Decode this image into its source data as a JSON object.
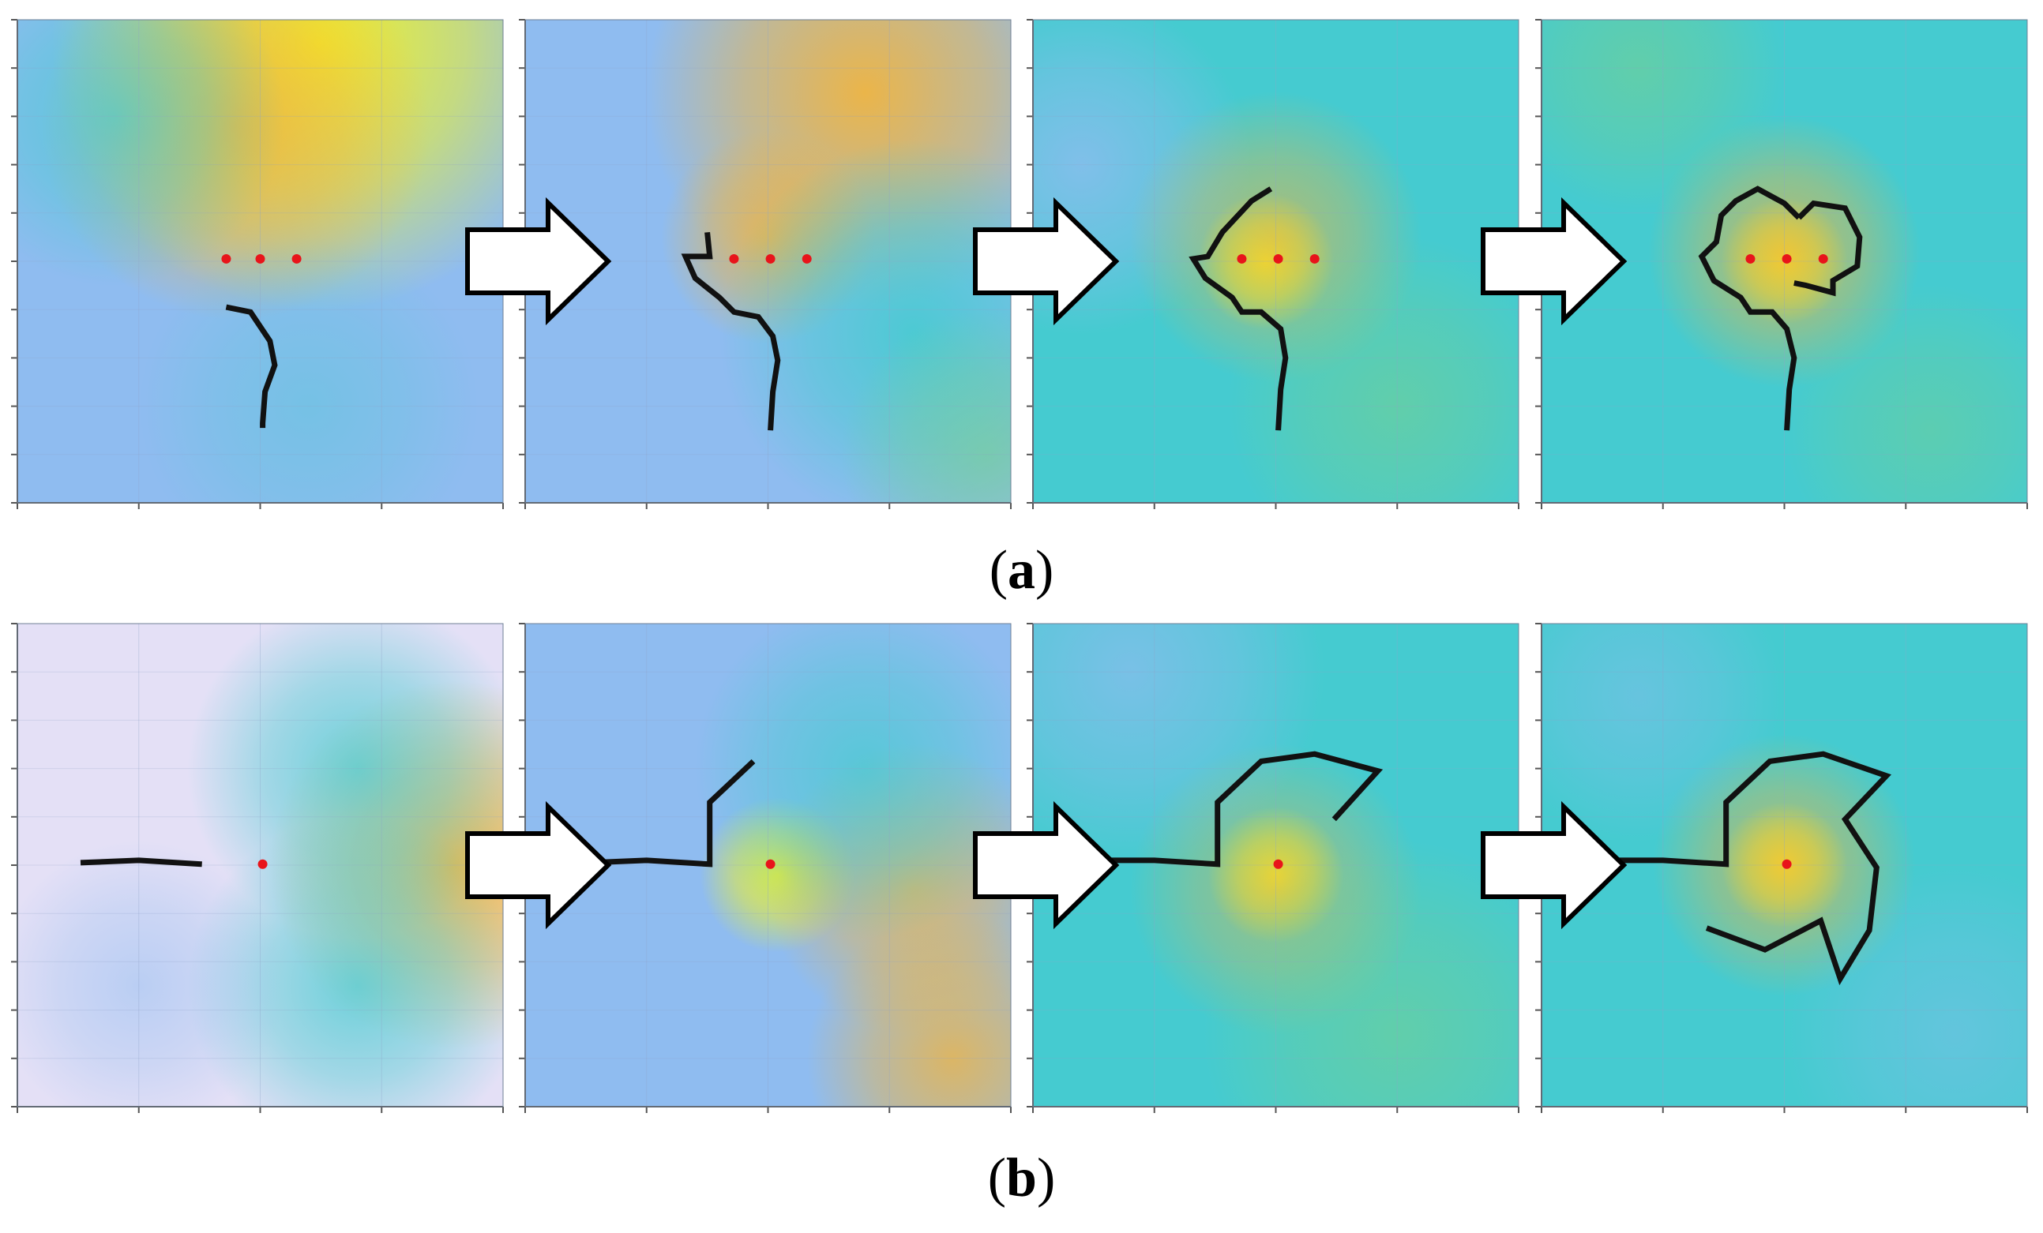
{
  "captions": {
    "a_label": "a",
    "b_label": "b"
  },
  "colors": {
    "path": "#111111",
    "source_dot": "#e8141a",
    "arrow_fill": "#ffffff",
    "arrow_stroke": "#000000",
    "axis": "#555555",
    "grid": "#8fa3c8",
    "field_low": "#e4e0f6",
    "field_blue": "#8fbcf0",
    "field_cyan": "#45cbd0",
    "field_green": "#78d08c",
    "field_orange": "#f5b437",
    "field_yellow": "#f4f51e"
  },
  "rows": [
    {
      "id": "a",
      "panels": [
        {
          "path": [
            [
              0.43,
              0.595
            ],
            [
              0.48,
              0.605
            ],
            [
              0.52,
              0.665
            ],
            [
              0.53,
              0.715
            ],
            [
              0.51,
              0.77
            ],
            [
              0.505,
              0.835
            ],
            [
              0.505,
              0.845
            ]
          ],
          "sources": [
            [
              0.43,
              0.495
            ],
            [
              0.5,
              0.495
            ],
            [
              0.575,
              0.495
            ]
          ]
        },
        {
          "path": [
            [
              0.375,
              0.44
            ],
            [
              0.38,
              0.49
            ],
            [
              0.33,
              0.49
            ],
            [
              0.35,
              0.535
            ],
            [
              0.4,
              0.575
            ],
            [
              0.43,
              0.605
            ],
            [
              0.48,
              0.615
            ],
            [
              0.51,
              0.655
            ],
            [
              0.52,
              0.705
            ],
            [
              0.51,
              0.77
            ],
            [
              0.505,
              0.85
            ]
          ],
          "sources": [
            [
              0.43,
              0.495
            ],
            [
              0.505,
              0.495
            ],
            [
              0.58,
              0.495
            ]
          ]
        },
        {
          "path": [
            [
              0.49,
              0.35
            ],
            [
              0.45,
              0.375
            ],
            [
              0.39,
              0.44
            ],
            [
              0.36,
              0.49
            ],
            [
              0.33,
              0.495
            ],
            [
              0.355,
              0.535
            ],
            [
              0.41,
              0.575
            ],
            [
              0.43,
              0.605
            ],
            [
              0.47,
              0.605
            ],
            [
              0.51,
              0.64
            ],
            [
              0.52,
              0.7
            ],
            [
              0.51,
              0.765
            ],
            [
              0.505,
              0.85
            ]
          ],
          "sources": [
            [
              0.43,
              0.495
            ],
            [
              0.505,
              0.495
            ],
            [
              0.58,
              0.495
            ]
          ]
        },
        {
          "path": [
            [
              0.53,
              0.41
            ],
            [
              0.5,
              0.38
            ],
            [
              0.445,
              0.35
            ],
            [
              0.4,
              0.375
            ],
            [
              0.37,
              0.405
            ],
            [
              0.36,
              0.46
            ],
            [
              0.33,
              0.49
            ],
            [
              0.355,
              0.54
            ],
            [
              0.41,
              0.575
            ],
            [
              0.43,
              0.605
            ],
            [
              0.475,
              0.605
            ],
            [
              0.505,
              0.64
            ],
            [
              0.52,
              0.7
            ],
            [
              0.51,
              0.765
            ],
            [
              0.505,
              0.85
            ]
          ],
          "sources": [
            [
              0.43,
              0.495
            ],
            [
              0.505,
              0.495
            ],
            [
              0.58,
              0.495
            ]
          ],
          "extra_paths": [
            [
              [
                0.53,
                0.41
              ],
              [
                0.56,
                0.38
              ],
              [
                0.625,
                0.39
              ],
              [
                0.655,
                0.45
              ],
              [
                0.65,
                0.51
              ],
              [
                0.6,
                0.54
              ],
              [
                0.6,
                0.565
              ],
              [
                0.545,
                0.55
              ],
              [
                0.52,
                0.545
              ]
            ]
          ]
        }
      ]
    },
    {
      "id": "b",
      "panels": [
        {
          "path": [
            [
              0.13,
              0.495
            ],
            [
              0.25,
              0.49
            ],
            [
              0.38,
              0.498
            ]
          ],
          "sources": [
            [
              0.505,
              0.498
            ]
          ]
        },
        {
          "path": [
            [
              0.0,
              0.498
            ],
            [
              0.13,
              0.495
            ],
            [
              0.25,
              0.49
            ],
            [
              0.38,
              0.498
            ],
            [
              0.38,
              0.37
            ],
            [
              0.47,
              0.285
            ]
          ],
          "sources": [
            [
              0.505,
              0.498
            ]
          ]
        },
        {
          "path": [
            [
              0.0,
              0.498
            ],
            [
              0.13,
              0.49
            ],
            [
              0.25,
              0.49
            ],
            [
              0.38,
              0.498
            ],
            [
              0.38,
              0.37
            ],
            [
              0.47,
              0.285
            ],
            [
              0.58,
              0.27
            ],
            [
              0.71,
              0.305
            ],
            [
              0.62,
              0.405
            ]
          ],
          "sources": [
            [
              0.505,
              0.498
            ]
          ]
        },
        {
          "path": [
            [
              0.0,
              0.498
            ],
            [
              0.13,
              0.49
            ],
            [
              0.25,
              0.49
            ],
            [
              0.38,
              0.498
            ],
            [
              0.38,
              0.37
            ],
            [
              0.47,
              0.285
            ],
            [
              0.58,
              0.27
            ],
            [
              0.71,
              0.315
            ],
            [
              0.625,
              0.405
            ],
            [
              0.69,
              0.505
            ],
            [
              0.675,
              0.635
            ],
            [
              0.615,
              0.735
            ],
            [
              0.575,
              0.615
            ],
            [
              0.46,
              0.675
            ],
            [
              0.34,
              0.63
            ]
          ],
          "sources": [
            [
              0.505,
              0.498
            ]
          ]
        }
      ]
    }
  ]
}
